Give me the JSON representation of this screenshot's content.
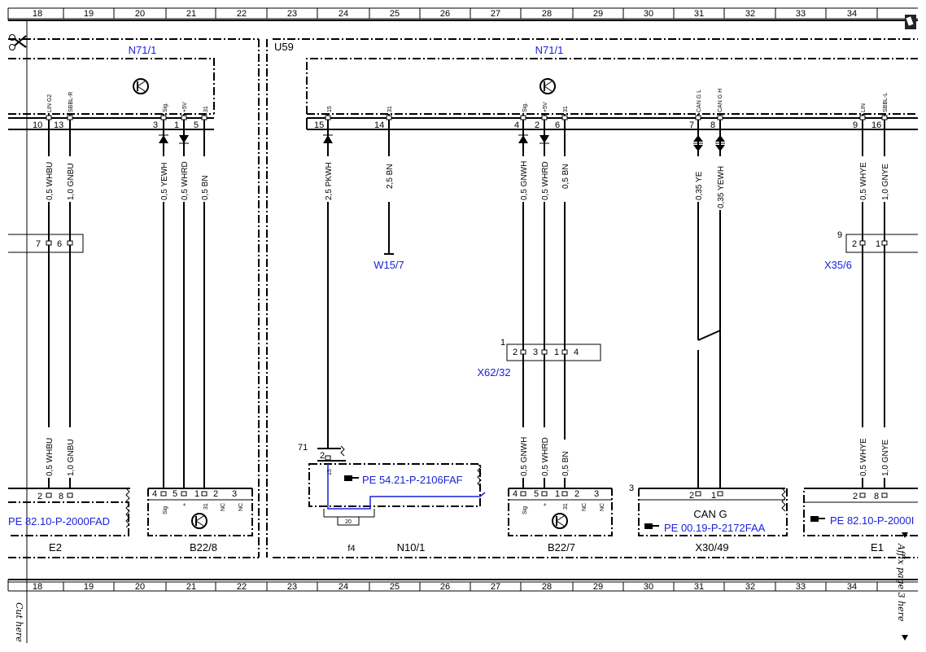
{
  "ruler_numbers": [
    "18",
    "19",
    "20",
    "21",
    "22",
    "23",
    "24",
    "25",
    "26",
    "27",
    "28",
    "29",
    "30",
    "31",
    "32",
    "33",
    "34"
  ],
  "labels": {
    "n71_left": "N71/1",
    "n71_right": "N71/1",
    "u59": "U59",
    "w15": "W15/7",
    "x35": "X35/6",
    "x62": "X62/32",
    "e2": "E2",
    "b22_8": "B22/8",
    "f4": "f4",
    "n10": "N10/1",
    "b22_7": "B22/7",
    "x30": "X30/49",
    "e1": "E1",
    "can_g": "CAN G",
    "ref_left": "PE 82.10-P-2000FAD",
    "ref_mid": "PE 54.21-P-2106FAF",
    "ref_x30": "PE 00.19-P-2172FAA",
    "ref_right": "PE 82.10-P-2000I",
    "fuse": "20",
    "cut_here": "Cut here",
    "affix": "Affix page 3 here"
  },
  "pins": {
    "p10": "10",
    "p13": "13",
    "p3": "3",
    "p1": "1",
    "p5": "5",
    "r15": "15",
    "r14": "14",
    "r4": "4",
    "r2": "2",
    "r6": "6",
    "r7": "7",
    "r8": "8",
    "r9": "9",
    "r16": "16",
    "c7": "7",
    "c6": "6",
    "c9": "9",
    "c2": "2",
    "c1": "1",
    "x62_1": "1",
    "x62_2": "2",
    "x62_3": "3",
    "x62_1b": "1",
    "x62_4": "4",
    "e2_2": "2",
    "e2_8": "8",
    "b8_4": "4",
    "b8_5": "5",
    "b8_1": "1",
    "b8_2": "2",
    "b8_3": "3",
    "n10_71": "71",
    "n10_2": "2",
    "b7_4": "4",
    "b7_5": "5",
    "b7_1": "1",
    "b7_2": "2",
    "b7_3": "3",
    "x30_3": "3",
    "x30_2": "2",
    "x30_1": "1",
    "e1_2": "2",
    "e1_8": "8"
  },
  "pin_names": {
    "lin_g2": "LIN G2",
    "sbbl_r": "SBBL-R",
    "sig": "Sig.",
    "plus5v": "+5V",
    "n31": "31",
    "n15": "15",
    "n31b": "31",
    "sig_b": "Sig.",
    "plus5v_b": "+5V",
    "n31c": "31",
    "can_g_l": "CAN G L",
    "can_g_h": "CAN G H",
    "lin": "LIN",
    "sbbl_l": "SBBL-L",
    "sig_c": "Sig",
    "plus_c": "+",
    "n31_c": "31",
    "nc1": "NC",
    "nc2": "NC",
    "sig_d": "Sig",
    "plus_d": "+",
    "n31_d": "31",
    "nc3": "NC",
    "nc4": "NC",
    "n15b": "15"
  },
  "wires": {
    "w1": "0,5 WHBU",
    "w2": "1,0 GNBU",
    "w3": "0,5 YEWH",
    "w4": "0,5 WHRD",
    "w5": "0,5 BN",
    "w6": "2,5 PKWH",
    "w7": "2,5 BN",
    "w8": "0,5 GNWH",
    "w9": "0,5 WHRD",
    "w10": "0,5 BN",
    "w11": "0,35 YE",
    "w12": "0,35 YEWH",
    "w13": "0,5 WHYE",
    "w14": "1,0 GNYE",
    "w15": "0,5 WHBU",
    "w16": "1,0 GNBU",
    "w17": "0,5 GNWH",
    "w18": "0,5 WHRD",
    "w19": "0,5 BN",
    "w20": "0,5 WHYE",
    "w21": "1,0 GNYE"
  },
  "colors": {
    "line": "#000000",
    "reference_blue": "#1a22d6"
  },
  "icons": [
    "scissors-icon",
    "sensor-icon",
    "pointing-hand-icon",
    "corner-mark-icon"
  ]
}
